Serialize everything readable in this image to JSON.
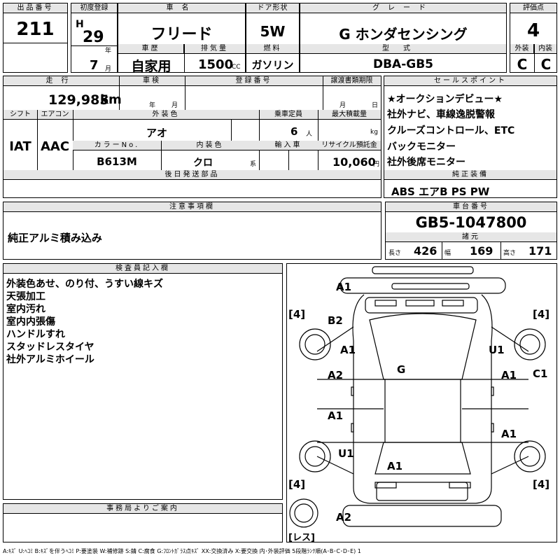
{
  "top": {
    "lot_label": "出品番号",
    "lot_no": "211",
    "reg_label": "初度登録",
    "era": "H",
    "reg_year": "29",
    "year_unit": "年",
    "reg_month": "7",
    "month_unit": "月",
    "car_name_label": "車名",
    "car_name": "フリード",
    "history_label": "車歴",
    "history": "自家用",
    "displacement_label": "排気量",
    "displacement": "1500",
    "cc": "CC",
    "door_label": "ドア形状",
    "door": "5W",
    "fuel_label": "燃料",
    "fuel": "ガソリン",
    "grade_label": "グレード",
    "grade": "G ホンダセンシング",
    "model_label": "型式",
    "model": "DBA-GB5",
    "score_label": "評価点",
    "score": "4",
    "ext_label": "外装",
    "int_label": "内装",
    "ext": "C",
    "int": "C"
  },
  "mid": {
    "mileage_label": "走行",
    "mileage": "129,985",
    "km": "km",
    "inspection_label": "車検",
    "year_unit": "年",
    "month_unit": "月",
    "regno_label": "登録番号",
    "transfer_label": "譲渡書類期限",
    "shift_label": "シフト",
    "shift": "IAT",
    "ac_label": "エアコン",
    "ac": "AAC",
    "color_label": "外装色",
    "color": "アオ",
    "capacity_label": "乗車定員",
    "capacity": "6",
    "person_unit": "人",
    "load_label": "最大積載量",
    "kg": "kg",
    "colorno_label": "カラーNo.",
    "colorno": "B613M",
    "interior_label": "内装色",
    "interior": "クロ",
    "kei": "系",
    "import_label": "輸入車",
    "recycle_label": "リサイクル預託金",
    "recycle": "10,060",
    "yen": "円",
    "later_label": "後日発送部品"
  },
  "sales": {
    "label": "セールスポイント",
    "items": [
      "★オークションデビュー★",
      "社外ナビ、車線逸脱警報",
      "クルーズコントロール、ETC",
      "バックモニター",
      "社外後席モニター"
    ]
  },
  "equip": {
    "label": "純正装備",
    "value": "ABS エアB PS PW"
  },
  "notes": {
    "label": "注意事項欄",
    "value": "純正アルミ積み込み"
  },
  "chassis": {
    "label": "車台番号",
    "value": "GB5-1047800"
  },
  "dims": {
    "label": "諸元",
    "len_label": "長さ",
    "len": "426",
    "wid_label": "幅",
    "wid": "169",
    "hei_label": "高さ",
    "hei": "171"
  },
  "inspector": {
    "label": "検査員記入欄",
    "items": [
      "外装色あせ、のり付、うすい線キズ",
      "天張加工",
      "室内汚れ",
      "室内内張傷",
      "ハンドルすれ",
      "スタッドレスタイヤ",
      "社外アルミホイール"
    ]
  },
  "office": {
    "label": "事務局よりご案内"
  },
  "diagram": {
    "marks": {
      "fb": "A1",
      "fl_fender": "B2",
      "fl_door": "A1",
      "roof": "G",
      "fr_door": "U1",
      "r_pillar": "C1",
      "l_front_door": "A2",
      "r_front_door": "A1",
      "l_rear_door": "A1",
      "r_rear_door": "A1",
      "l_quarter": "U1",
      "rear_glass": "A1",
      "rear_bumper": "A2"
    },
    "tire_fl": "4",
    "tire_fr": "4",
    "tire_rl": "4",
    "tire_rr": "4",
    "spare": "レス"
  },
  "legend": "A:ｷｽﾞ U:ﾍｺﾐ B:ｷｽﾞを伴うﾍｺﾐ P:要塗装 W:補修跡 S:錆 C:腐食 G:ﾌﾛﾝﾄｶﾞﾗｽ点ｷｽﾞ XX:交換済み X:要交換 内･外装評価 5段階ﾗﾝｸ順(A･B･C･D･E) 1"
}
